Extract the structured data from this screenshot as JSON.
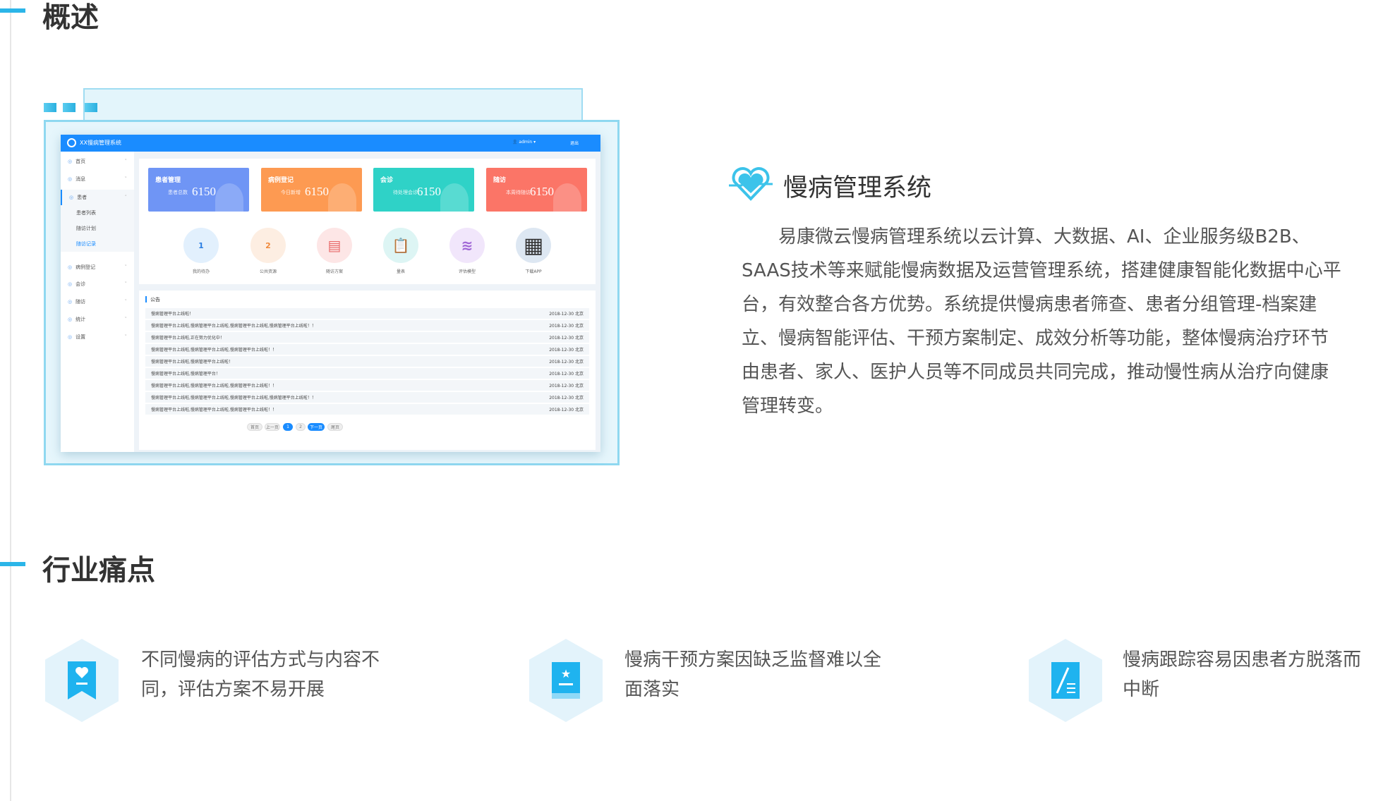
{
  "sections": {
    "overview": "概述",
    "pain_points": "行业痛点"
  },
  "dashboard": {
    "app_title": "XX慢病管理系统",
    "user": "admin",
    "logout": "退出",
    "sidebar": [
      "首页",
      "消息",
      "患者",
      "病例登记",
      "会诊",
      "随访",
      "统计",
      "设置"
    ],
    "sidebar_sub": [
      "患者列表",
      "随访计划",
      "随访记录"
    ],
    "cards": [
      {
        "title": "患者管理",
        "sub": "患者总数",
        "value": "6150",
        "color": "#6f95f5"
      },
      {
        "title": "病例登记",
        "sub": "今日新增",
        "value": "6150",
        "color": "#fd9a52"
      },
      {
        "title": "会诊",
        "sub": "待处理会诊",
        "value": "6150",
        "color": "#2fd2c7"
      },
      {
        "title": "随访",
        "sub": "本周待随访",
        "value": "6150",
        "color": "#fb7567"
      }
    ],
    "shortcuts": [
      {
        "badge": "1",
        "label": "我的待办"
      },
      {
        "badge": "2",
        "label": "公共资源"
      },
      {
        "badge": "",
        "label": "随访方案"
      },
      {
        "badge": "",
        "label": "量表"
      },
      {
        "badge": "",
        "label": "评估模型"
      },
      {
        "badge": "",
        "label": "下载APP"
      }
    ],
    "notice_title": "公告",
    "notices": [
      {
        "text": "慢病管理平台上线啦！",
        "date": "2018-12-30 北京"
      },
      {
        "text": "慢病管理平台上线啦,慢病管理平台上线啦,慢病管理平台上线啦,慢病管理平台上线啦！！",
        "date": "2018-12-30 北京"
      },
      {
        "text": "慢病管理平台上线啦,正在努力优化中！",
        "date": "2018-12-30 北京"
      },
      {
        "text": "慢病管理平台上线啦,慢病管理平台上线啦,慢病管理平台上线啦！！",
        "date": "2018-12-30 北京"
      },
      {
        "text": "慢病管理平台上线啦,慢病管理平台上线啦！",
        "date": "2018-12-30 北京"
      },
      {
        "text": "慢病管理平台上线啦,慢病管理平台！",
        "date": "2018-12-30 北京"
      },
      {
        "text": "慢病管理平台上线啦,慢病管理平台上线啦,慢病管理平台上线啦！！",
        "date": "2018-12-30 北京"
      },
      {
        "text": "慢病管理平台上线啦,慢病管理平台上线啦,慢病管理平台上线啦,慢病管理平台上线啦！！",
        "date": "2018-12-30 北京"
      },
      {
        "text": "慢病管理平台上线啦,慢病管理平台上线啦,慢病管理平台上线啦！！",
        "date": "2018-12-30 北京"
      }
    ],
    "pagination": [
      "首页",
      "上一页",
      "1",
      "2",
      "下一页",
      "尾页"
    ]
  },
  "product": {
    "title": "慢病管理系统",
    "paragraph_lines": [
      "　　易康微云慢病管理系统以云计算、大数据、AI、企业服务级B2B、",
      "SAAS技术等来赋能慢病数据及运营管理系统，搭建健康智能化数据中心平",
      "台，有效整合各方优势。系统提供慢病患者筛查、患者分组管理-档案建",
      "立、慢病智能评估、干预方案制定、成效分析等功能，整体慢病治疗环节",
      "由患者、家人、医护人员等不同成员共同完成，推动慢性病从治疗向健康",
      "管理转变。"
    ]
  },
  "pain_points": [
    {
      "icon": "bookmark-heart-icon",
      "lines": [
        "不同慢病的评估方式与内容不",
        "同，评估方案不易开展"
      ]
    },
    {
      "icon": "book-star-icon",
      "lines": [
        "慢病干预方案因缺乏监督难以全",
        "面落实"
      ]
    },
    {
      "icon": "edit-document-icon",
      "lines": [
        "慢病跟踪容易因患者方脱落而",
        "中断"
      ]
    }
  ],
  "colors": {
    "accent": "#2bb5e8",
    "header_blue": "#1a8cff"
  }
}
